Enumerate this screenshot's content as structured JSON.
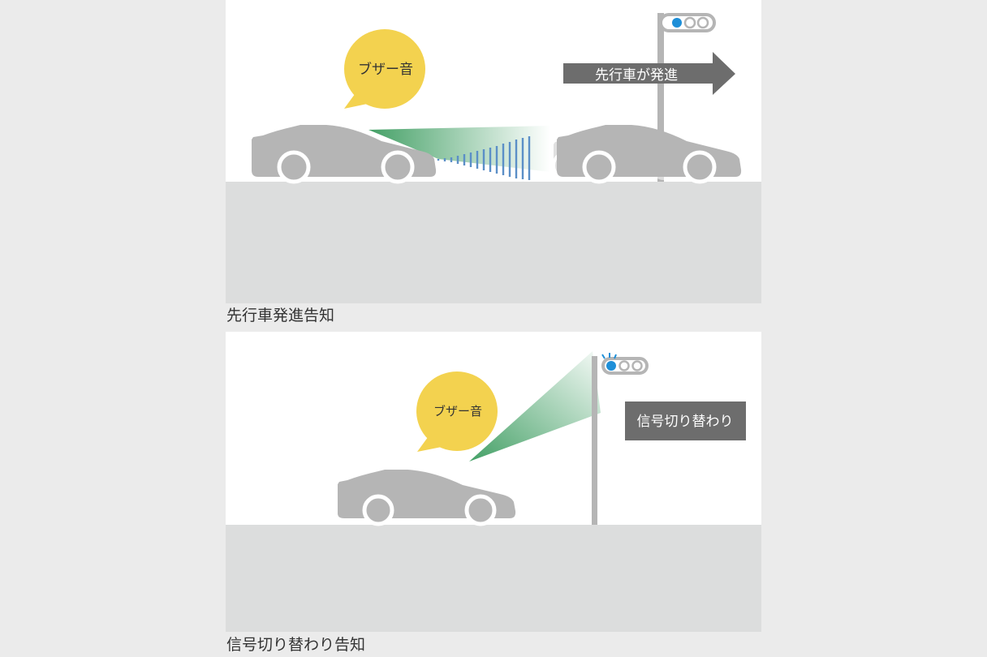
{
  "colors": {
    "page_background": "#ebebeb",
    "panel_background": "#ffffff",
    "road": "#dcdddd",
    "car": "#b5b5b5",
    "car_faded": "#c8c8c8",
    "bubble": "#f3d24f",
    "label_box": "#6d6d6d",
    "signal_light_on": "#1e8fd8",
    "detection_beam": "#3a9b5e",
    "sensor_wave": "#5b8fc7"
  },
  "panels": [
    {
      "bubble_text": "ブザー音",
      "event_label": "先行車が発進",
      "caption": "先行車発進告知"
    },
    {
      "bubble_text": "ブザー音",
      "event_label": "信号切り替わり",
      "caption": "信号切り替わり告知"
    }
  ],
  "icons": {
    "car": "car-silhouette-icon",
    "traffic_signal": "traffic-light-icon",
    "speech_bubble": "speech-bubble-icon",
    "arrow": "right-arrow-icon"
  }
}
